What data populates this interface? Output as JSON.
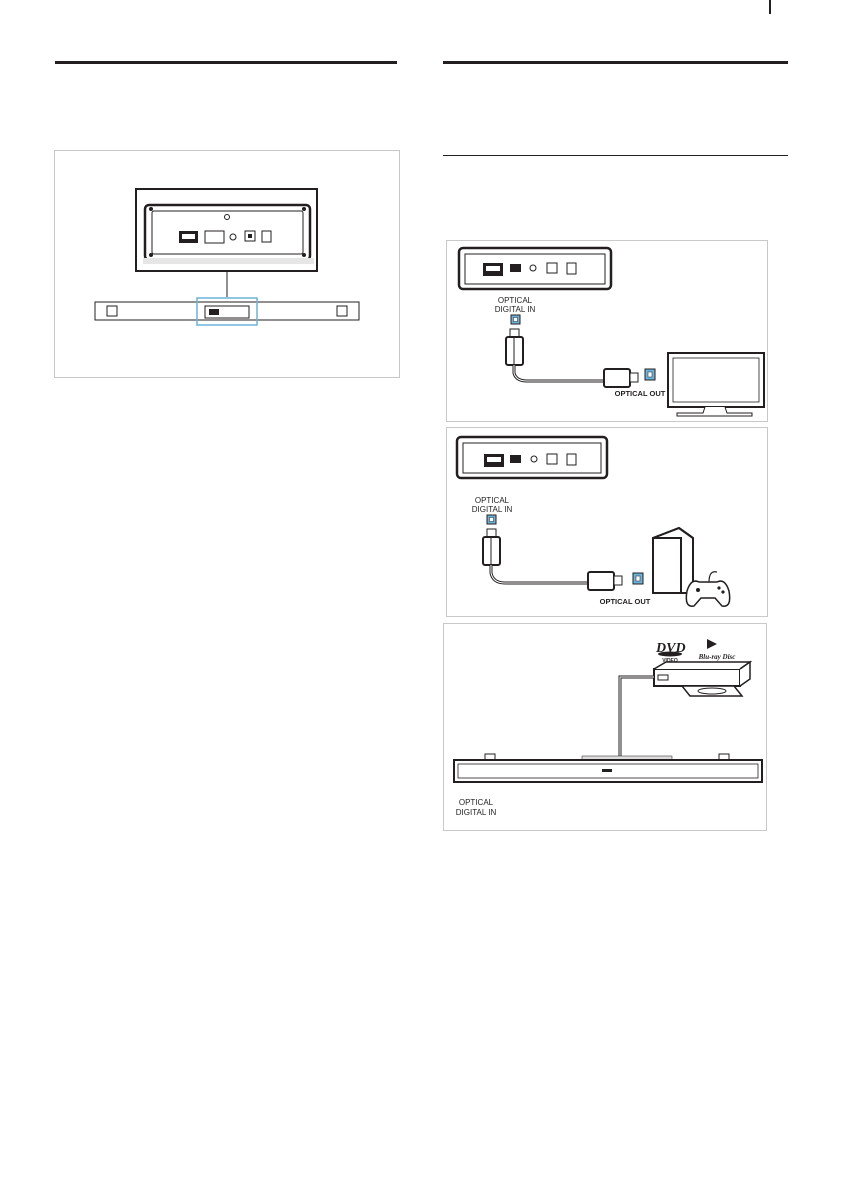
{
  "connection_diagrams": {
    "panel_2": {
      "port_label_line1": "OPTICAL",
      "port_label_line2": "DIGITAL IN",
      "source_label": "OPTICAL OUT"
    },
    "panel_3": {
      "port_label_line1": "OPTICAL",
      "port_label_line2": "DIGITAL IN",
      "source_label": "OPTICAL OUT"
    },
    "panel_4": {
      "port_label_line1": "OPTICAL",
      "port_label_line2": "DIGITAL IN",
      "dvd_logo": "DVD",
      "dvd_sub": "VIDEO",
      "bluray_logo": "Blu-ray Disc"
    }
  },
  "icons": [
    "optical-port-icon",
    "hdmi-port-icon",
    "usb-port-icon",
    "tv-icon",
    "game-console-icon",
    "gamepad-icon",
    "disc-player-icon",
    "soundbar-icon"
  ],
  "colors": {
    "optical_highlight": "#6db3d9",
    "line": "#231f20",
    "panel_border": "#c9c9c9"
  }
}
